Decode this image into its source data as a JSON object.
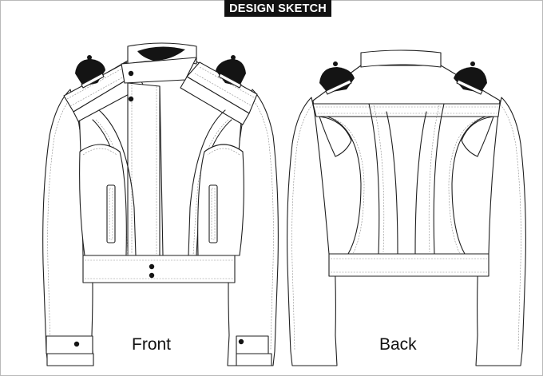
{
  "header": {
    "title": "DESIGN SKETCH"
  },
  "views": {
    "front_label": "Front",
    "back_label": "Back"
  }
}
